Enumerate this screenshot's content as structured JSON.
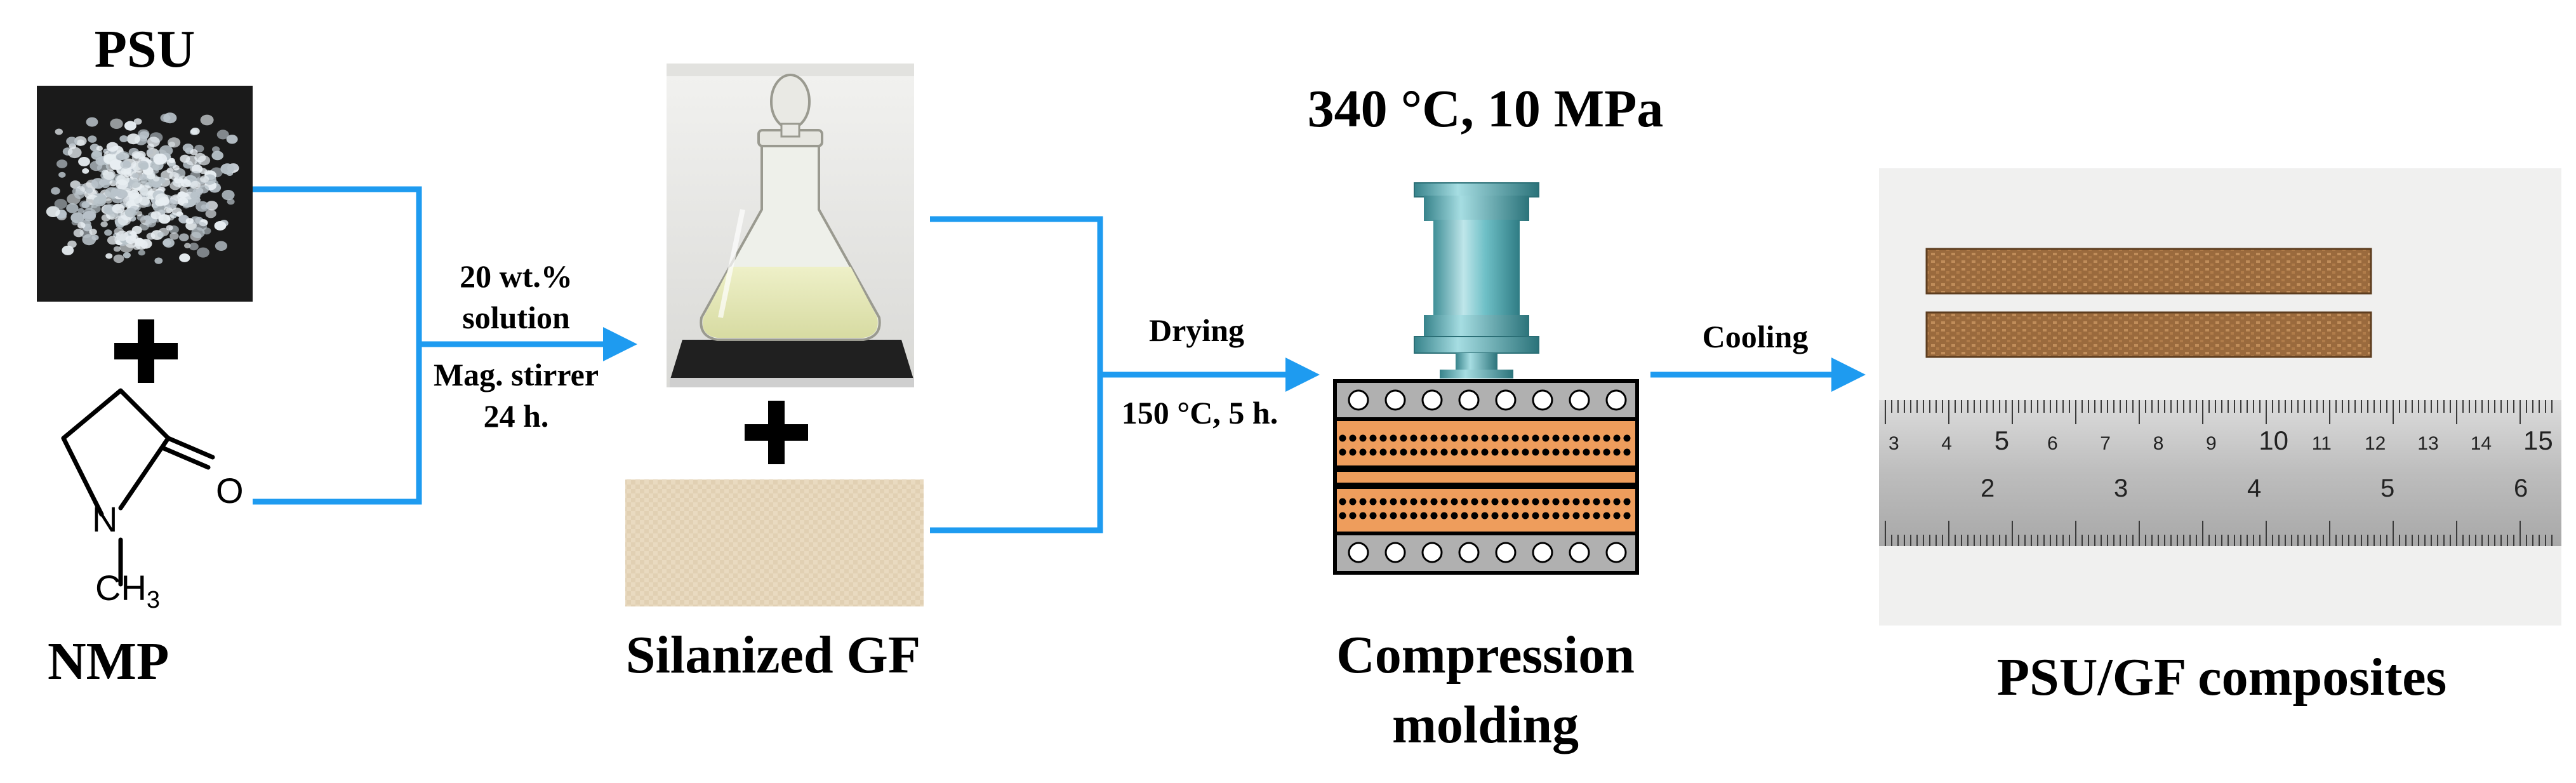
{
  "title_psu": "PSU",
  "title_nmp": "NMP",
  "step1": {
    "line1": "20 wt.%",
    "line2": "solution",
    "line3": "Mag. stirrer",
    "line4": "24 h."
  },
  "silanized_gf": "Silanized GF",
  "drying": {
    "label": "Drying",
    "condition": "150 °C, 5 h."
  },
  "press_condition": "340 °C, 10 MPa",
  "compression": {
    "line1": "Compression",
    "line2": "molding"
  },
  "cooling": "Cooling",
  "product": "PSU/GF composites",
  "nmp_structure": {
    "atom_o": "O",
    "atom_n": "N",
    "atom_ch3": "CH",
    "atom_ch3_sub": "3"
  },
  "ruler_top_numbers": [
    "3",
    "4",
    "5",
    "6",
    "7",
    "8",
    "9",
    "10",
    "11",
    "12",
    "13",
    "14",
    "15"
  ],
  "ruler_bottom_numbers": [
    "2",
    "3",
    "4",
    "5",
    "6"
  ],
  "colors": {
    "arrow": "#1e9bf0",
    "press_piston": "#5fb8bf",
    "mold_fill": "#ee9d5c",
    "mold_gray": "#b0b0b0"
  }
}
